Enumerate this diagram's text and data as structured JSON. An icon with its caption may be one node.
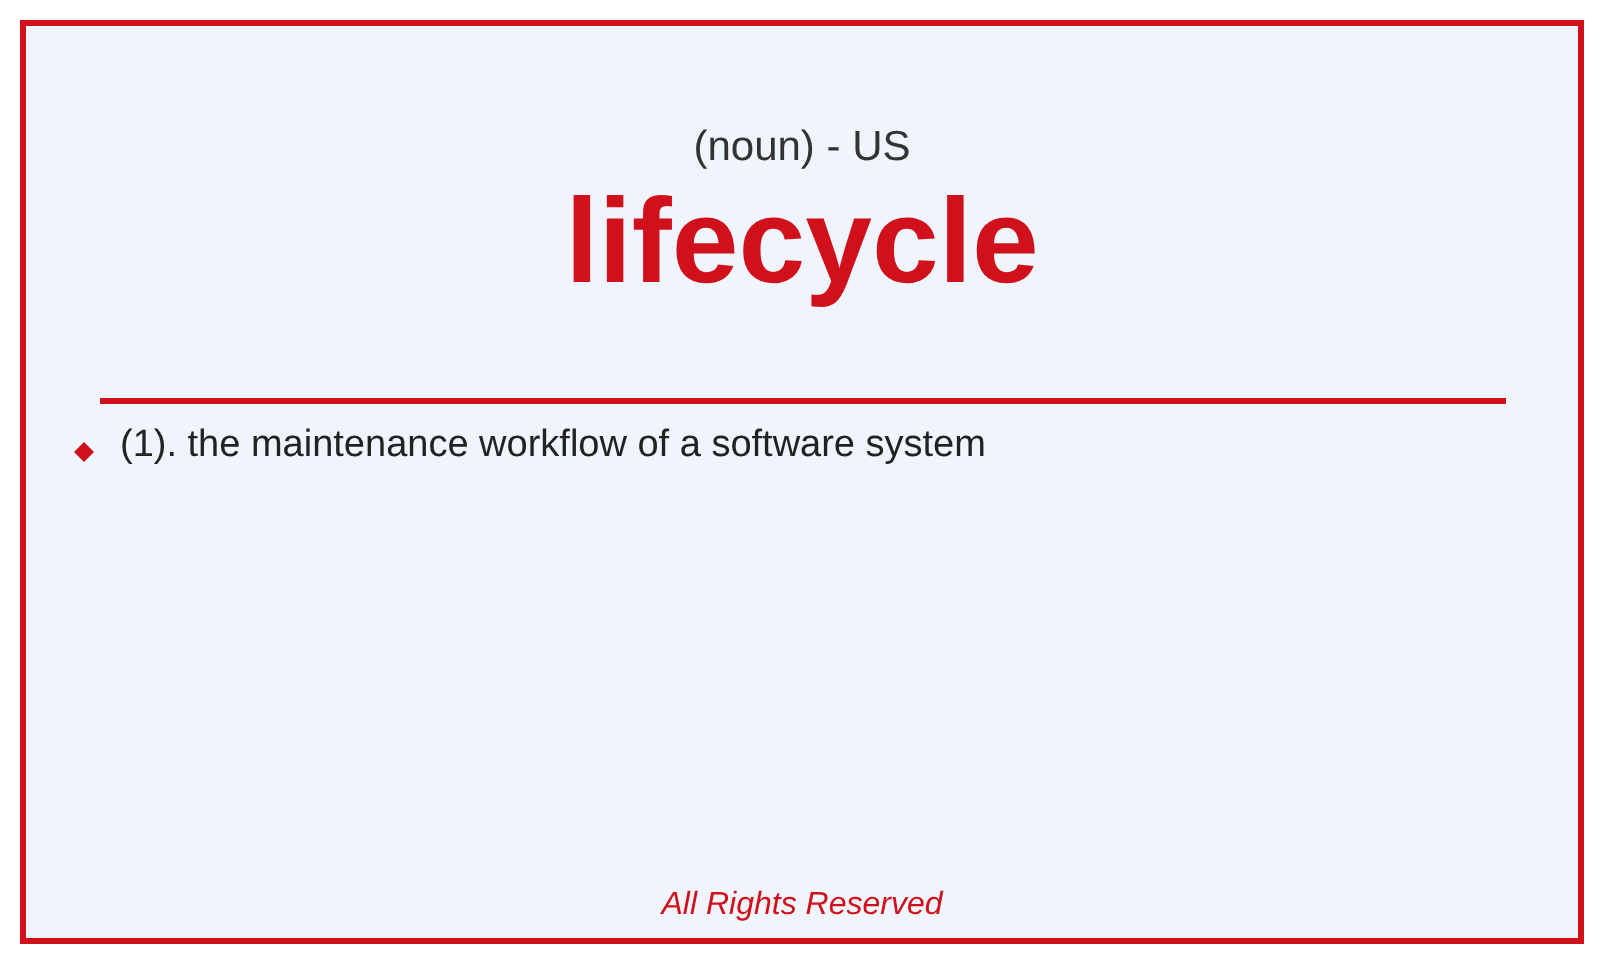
{
  "diagram": {
    "title": "lifecycle",
    "labels": [
      "(noun) - US",
      "(1). the maintenance workflow of a software system",
      "All Rights Reserved"
    ]
  }
}
